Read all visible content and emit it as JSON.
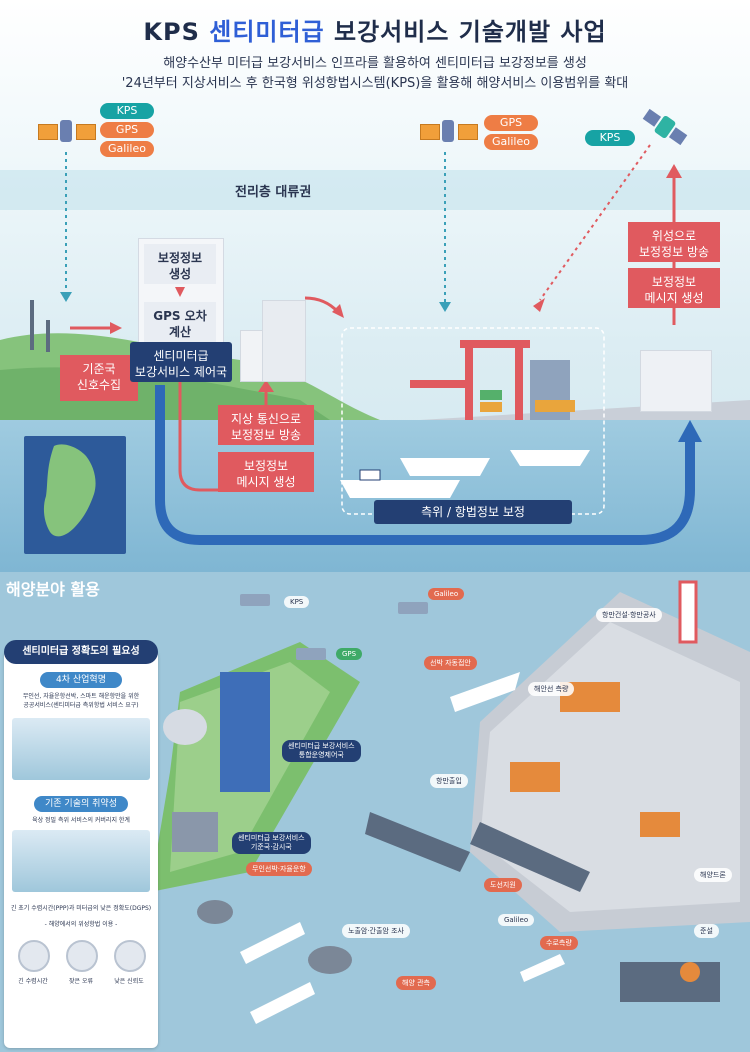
{
  "header": {
    "title_prefix": "KPS ",
    "title_highlight": "센티미터급",
    "title_suffix": " 보강서비스 기술개발 사업",
    "line1": "해양수산부 미터급 보강서비스 인프라를 활용하여 센티미터급 보강정보를 생성",
    "line2": "'24년부터 지상서비스 후 한국형 위성항법시스템(KPS)을 활용해 해양서비스 이용범위를 확대"
  },
  "top": {
    "sat_left_labels": [
      "KPS",
      "GPS",
      "Galileo"
    ],
    "sat_mid_labels": [
      "GPS",
      "Galileo"
    ],
    "sat_right_label": "KPS",
    "atmosphere": "전리층 대류권",
    "ref_station": "기준국\n신호수집",
    "correction_gen": "보정정보\n생성",
    "gps_error": "GPS 오차\n계산",
    "control_station": "센티미터급\n보강서비스 제어국",
    "ground_broadcast": "지상 통신으로\n보정정보 방송",
    "ground_msg": "보정정보\n메시지 생성",
    "sat_broadcast": "위성으로\n보정정보 방송",
    "sat_msg": "보정정보\n메시지 생성",
    "nav_bar": "측위 / 항법정보 보정"
  },
  "bottom": {
    "section_title": "해양분야 활용",
    "panel_title": "센티미터급 정확도의 필요성",
    "panel_item1_title": "4차 산업혁명",
    "panel_item1_text": "무인선, 자율운항선박, 스마트 해운항만을 위한\n공공서비스(센티미터급 측위항법 서비스 요구)",
    "panel_item2_title": "기존 기술의 취약성",
    "panel_item2_text": "육상 정밀 측위 서비스의 커버리지 한계",
    "panel_note": "긴 초기 수렴시간(PPP)과 미터급의 낮은 정확도(DGPS)",
    "panel_usage": "- 해양에서의 위성항법 이용 -",
    "panel_icon1": "긴 수렴시간",
    "panel_icon2": "잦은 오류",
    "panel_icon3": "낮은 신뢰도",
    "map_labels": {
      "kps": "KPS",
      "gps": "GPS",
      "galileo1": "Galileo",
      "galileo2": "Galileo",
      "port_construction": "항만건설·항만공사",
      "auto_docking": "선박 자동접안",
      "port_survey": "해안선 측량",
      "harbor_entry": "항만출입",
      "control_center": "센티미터급 보강서비스\n통합운영제어국",
      "ref_monitor": "센티미터급 보강서비스\n기준국·감시국",
      "autonomous": "무인선박·자율운항",
      "route_guide": "도선지원",
      "tide_survey": "노출암·간출암 조사",
      "ocean_obs": "해양 관측",
      "depth_survey": "수로측량",
      "drone": "해양드론",
      "dredge": "준설"
    }
  },
  "colors": {
    "accent": "#2f5fd6",
    "navy": "#233f73",
    "red_box": "#e05a5f",
    "sea": "#8fc1da",
    "sky": "#ddeef5",
    "orange": "#ee7d45",
    "teal": "#17a3a4"
  }
}
